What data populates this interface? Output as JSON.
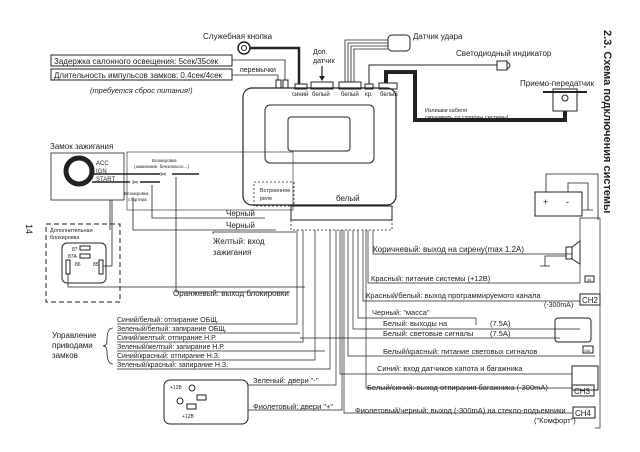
{
  "page_number": "14",
  "section_title": "2.3. Схема подключения системы",
  "top": {
    "service_button": "Служебная кнопка",
    "jumpers": "перемычки",
    "jumper1_label": "Задержка салонного освещения: 5сек/35сек",
    "jumper2_label": "Длительность импульсов замков: 0.4сек/4сек",
    "reset_note": "(требуется сброс питания!)",
    "extra_sensor": [
      "Доп.",
      "датчик"
    ],
    "shock_sensor": "Датчик удара",
    "led_indicator": "Светодиодный индикатор",
    "transceiver": "Приемо-передатчик",
    "cable_note": [
      "Излишки кабеля",
      "скручивать со стороны системы!"
    ],
    "connectors": [
      "синий",
      "белый",
      "белый",
      "кр.",
      "белый"
    ]
  },
  "unit": {
    "relay_label": [
      "Встроенное",
      "реле"
    ],
    "bottom_connector": "белый"
  },
  "ignition": {
    "title": "Замок зажигания",
    "positions": [
      "ACC",
      "IGN",
      "START"
    ],
    "block_label": [
      "Блокировка",
      "(зажигание, бензонасос...)"
    ],
    "starter_block": [
      "Блокировка",
      "стартера"
    ],
    "black1": "Черный",
    "black2": "Черный",
    "yellow": [
      "Желтый: вход",
      "зажигания"
    ]
  },
  "extra_block": {
    "title": [
      "Дополнительная",
      "блокировка"
    ],
    "pins": [
      "87",
      "87A",
      "86",
      "85"
    ],
    "orange": "Оранжевый: выход блокировки"
  },
  "locks": {
    "group_label": [
      "Управление",
      "приводами",
      "замков"
    ],
    "wires": [
      "Синий/белый: отпирание ОБЩ.",
      "Зеленый/белый: запирание ОБЩ.",
      "Синий/желтый: отпирание Н.Р.",
      "Зеленый/желтый: запирание Н.Р.",
      "Синий/красный: отпирание Н.З.",
      "Зеленый/красный: запирание Н.З."
    ]
  },
  "doors": {
    "green": "Зеленый: двери \"-\"",
    "violet": "Фиолетовый: двери \"+\"",
    "v12a": "+12В",
    "v12b": "+12В"
  },
  "outputs": {
    "brown": "Коричневый: выход на сирену(max 1.2A)",
    "red": "Красный: питание системы (+12В)",
    "red_fuse": "3A",
    "red_white": "Красный/белый: выход программируемого канала",
    "red_white_current": "(-300mA)",
    "ch2": "CH2",
    "black_ground": "Черный: \"масса\"",
    "white1": "Белый: выходы на",
    "white1_current": "(7.5A)",
    "white2": "Белый: световые сигналы",
    "white2_current": "(7.5A)",
    "white_red": "Белый/красный: питание световых сигналов",
    "white_red_fuse": "15A",
    "blue": "Синий: вход датчиков капота и багажника",
    "white_blue": "Белый/синий: выход отпирания багажника (-300mA)",
    "ch3": "CH3",
    "violet_black": "Фиолетовый/черный: выход (-300mA) на стекло-подъемники",
    "comfort": "(\"Комфорт\")",
    "ch4": "CH4"
  },
  "battery": {
    "plus": "+",
    "minus": "-"
  }
}
